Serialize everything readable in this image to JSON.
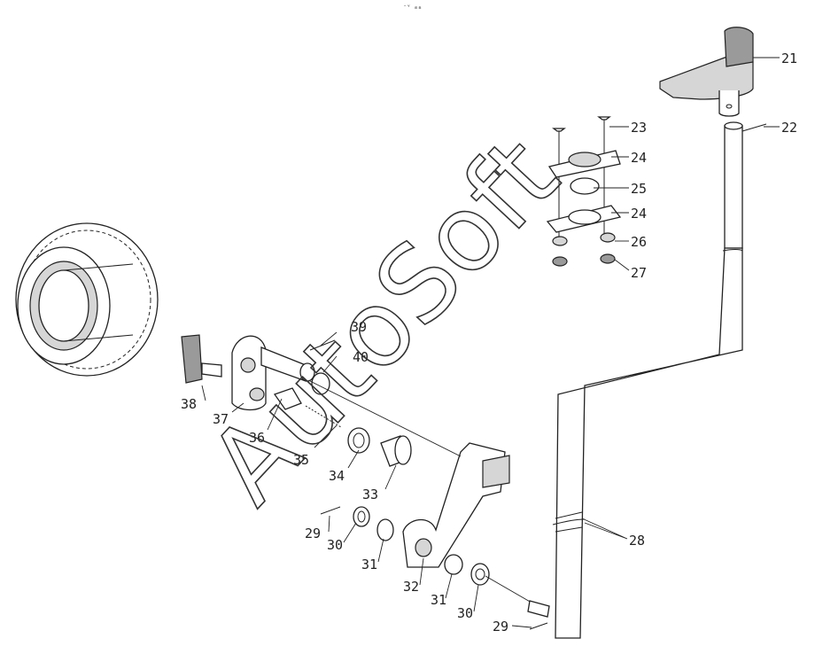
{
  "watermark": "AutoSoft",
  "header_mark": "⁻ᵛ ₘₘ",
  "callouts": [
    "21",
    "22",
    "23",
    "24",
    "25",
    "24",
    "26",
    "27",
    "28",
    "29",
    "30",
    "31",
    "32",
    "31",
    "30",
    "29",
    "33",
    "34",
    "35",
    "36",
    "37",
    "38",
    "39",
    "40"
  ]
}
